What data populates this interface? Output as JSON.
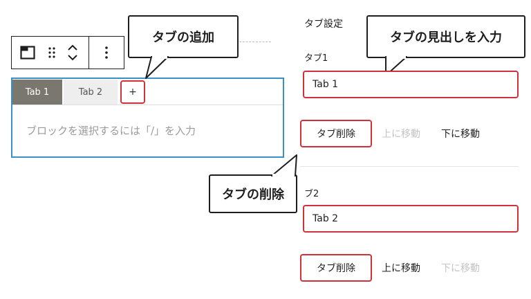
{
  "toolbar": {
    "icons": [
      "tabs-block-icon",
      "drag-handle-icon",
      "move-up-down-icon",
      "more-options-icon"
    ]
  },
  "tabs_block": {
    "tabs": [
      "Tab 1",
      "Tab 2"
    ],
    "add_button": "+",
    "placeholder": "ブロックを選択するには「/」を入力"
  },
  "callouts": {
    "add_tab": "タブの追加",
    "tab_heading": "タブの見出しを入力",
    "delete_tab": "タブの削除"
  },
  "panel": {
    "title": "タブ設定",
    "items": [
      {
        "label": "タブ1",
        "value": "Tab 1",
        "delete": "タブ削除",
        "move_up": "上に移動",
        "move_down": "下に移動",
        "move_up_enabled": false,
        "move_down_enabled": true
      },
      {
        "label": "ブ2",
        "value": "Tab 2",
        "delete": "タブ削除",
        "move_up": "上に移動",
        "move_down": "下に移動",
        "move_up_enabled": true,
        "move_down_enabled": false
      }
    ]
  },
  "colors": {
    "highlight": "#d0303a",
    "block_border": "#3a8fc4",
    "active_tab": "#7a776f"
  }
}
